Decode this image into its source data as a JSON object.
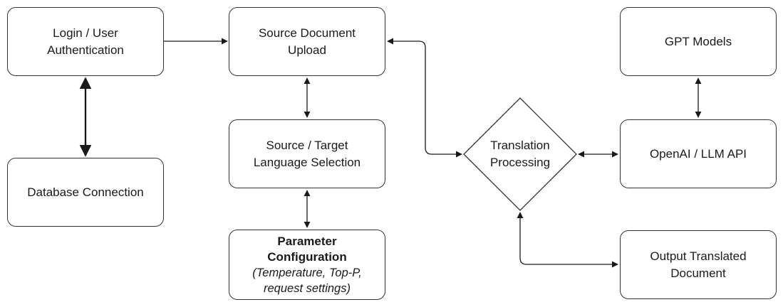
{
  "nodes": {
    "login": {
      "label": "Login / User\nAuthentication"
    },
    "database": {
      "label": "Database Connection"
    },
    "upload": {
      "label": "Source Document\nUpload"
    },
    "language": {
      "label": "Source / Target\nLanguage Selection"
    },
    "parameter": {
      "title": "Parameter\nConfiguration",
      "subtitle": "(Temperature, Top-P,\nrequest settings)"
    },
    "translation": {
      "label": "Translation\nProcessing"
    },
    "gpt": {
      "label": "GPT Models"
    },
    "api": {
      "label": "OpenAI / LLM API"
    },
    "output": {
      "label": "Output Translated\nDocument"
    }
  },
  "connectors": [
    {
      "from": "login",
      "to": "upload",
      "direction": "forward"
    },
    {
      "from": "login",
      "to": "database",
      "direction": "both"
    },
    {
      "from": "upload",
      "to": "language",
      "direction": "both"
    },
    {
      "from": "language",
      "to": "parameter",
      "direction": "both"
    },
    {
      "from": "upload",
      "to": "translation",
      "direction": "both"
    },
    {
      "from": "translation",
      "to": "api",
      "direction": "both"
    },
    {
      "from": "gpt",
      "to": "api",
      "direction": "both"
    },
    {
      "from": "translation",
      "to": "output",
      "direction": "both"
    }
  ],
  "colors": {
    "stroke": "#333333",
    "fill": "#ffffff",
    "text": "#1a1a1a"
  }
}
